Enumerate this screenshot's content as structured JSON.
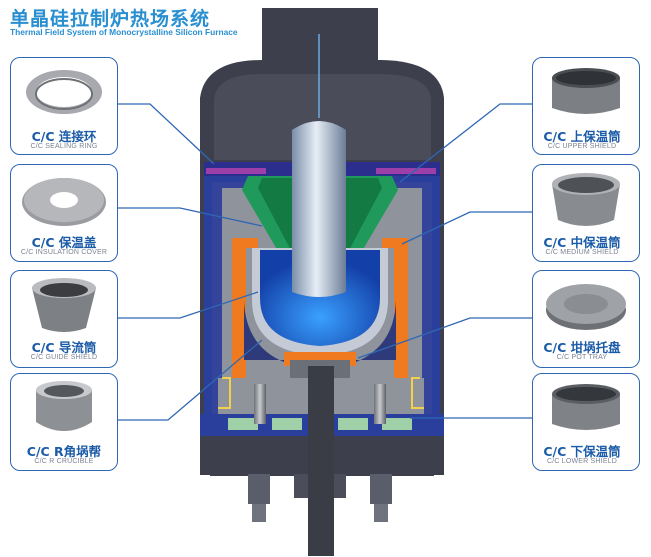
{
  "header": {
    "title": "单晶硅拉制炉热场系统",
    "subtitle": "Thermal Field System of Monocrystalline Silicon Furnace"
  },
  "parts_left": [
    {
      "label": "C/C 连接环",
      "sub": "C/C SEALING RING",
      "icon": "sealing-ring"
    },
    {
      "label": "C/C 保温盖",
      "sub": "C/C INSULATION COVER",
      "icon": "insulation-cover"
    },
    {
      "label": "C/C 导流筒",
      "sub": "C/C GUIDE SHIELD",
      "icon": "guide-shield"
    },
    {
      "label": "C/C R角埚帮",
      "sub": "C/C   R CRUCIBLE",
      "icon": "r-crucible"
    }
  ],
  "parts_right": [
    {
      "label": "C/C 上保温筒",
      "sub": "C/C UPPER SHIELD",
      "icon": "upper-shield"
    },
    {
      "label": "C/C 中保温筒",
      "sub": "C/C MEDIUM SHIELD",
      "icon": "medium-shield"
    },
    {
      "label": "C/C 坩埚托盘",
      "sub": "C/C POT TRAY",
      "icon": "pot-tray"
    },
    {
      "label": "C/C 下保温筒",
      "sub": "C/C LOWER SHIELD",
      "icon": "lower-shield"
    }
  ],
  "colors": {
    "accent": "#2a8fd0",
    "label": "#1b5ba8",
    "furnace_shell": "#3d3f4c",
    "insulation": "#2a3f9c",
    "heater": "#f07a1f",
    "green_shield": "#1f9a5a",
    "melt": "#1e6fd6"
  }
}
